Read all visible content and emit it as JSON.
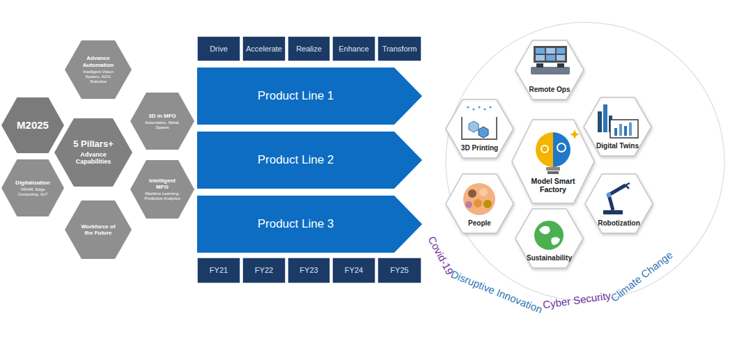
{
  "diagram": {
    "nodes": [
      {
        "text": [
          "Advance Automation",
          "Intelligent Vision System, AGV, Robotics"
        ]
      },
      {
        "text": [
          "M2025"
        ]
      },
      {
        "text": [
          "5 Pillars+",
          "Advance Capabilities"
        ]
      },
      {
        "text": [
          "3D in MFG",
          "Automation, Metal, Spares"
        ]
      },
      {
        "text": [
          "Digitalization",
          "VR/AR, Edge Computing, IIoT"
        ]
      },
      {
        "text": [
          "Intelligent MFG",
          "Machine Learning, Predictive Analytics"
        ]
      },
      {
        "text": [
          "Workforce of the Future"
        ]
      },
      {
        "text": [
          "Drive"
        ]
      },
      {
        "text": [
          "Accelerate"
        ]
      },
      {
        "text": [
          "Realize"
        ]
      },
      {
        "text": [
          "Enhance"
        ]
      },
      {
        "text": [
          "Transform"
        ]
      },
      {
        "text": [
          "Product Line 1"
        ]
      },
      {
        "text": [
          "Product Line 2"
        ]
      },
      {
        "text": [
          "Product Line 3"
        ]
      },
      {
        "text": [
          "FY21"
        ]
      },
      {
        "text": [
          "FY22"
        ]
      },
      {
        "text": [
          "FY23"
        ]
      },
      {
        "text": [
          "FY24"
        ]
      },
      {
        "text": [
          "FY25"
        ]
      },
      {
        "text": [
          "Remote Ops"
        ]
      },
      {
        "text": [
          "3D Printing"
        ]
      },
      {
        "text": [
          "Digital Twins"
        ]
      },
      {
        "text": [
          "Model Smart Factory"
        ]
      },
      {
        "text": [
          "People"
        ]
      },
      {
        "text": [
          "Robotization"
        ]
      },
      {
        "text": [
          "Sustainability"
        ]
      }
    ],
    "labels": [
      "Covid-19",
      "Disruptive Innovation",
      "Cyber Security",
      "Climate Change"
    ]
  }
}
